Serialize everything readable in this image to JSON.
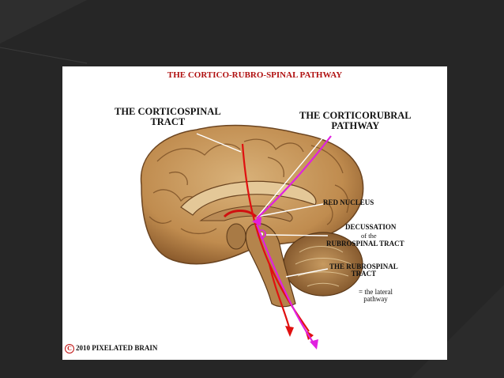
{
  "diagram": {
    "title": "THE CORTICO-RUBRO-SPINAL PATHWAY",
    "labels": {
      "corticospinal": [
        "THE CORTICOSPINAL",
        "TRACT"
      ],
      "corticorubral": [
        "THE CORTICORUBRAL",
        "PATHWAY"
      ],
      "red_nucleus": "RED NUCLEUS",
      "decussation": [
        "DECUSSATION",
        "of the",
        "RUBROSPINAL TRACT"
      ],
      "rubrospinal": [
        "THE RUBROSPINAL",
        "TRACT"
      ],
      "lateral_pathway": [
        "= the lateral",
        "pathway"
      ]
    },
    "copyright": "2010  PIXELATED BRAIN",
    "copyright_symbol": "C"
  },
  "colors": {
    "background": "#262626",
    "slide": "#ffffff",
    "title": "#b01010",
    "corticospinal_tract": "#e01010",
    "rubrospinal_tract": "#e020e0",
    "brain": "#c9a063"
  }
}
